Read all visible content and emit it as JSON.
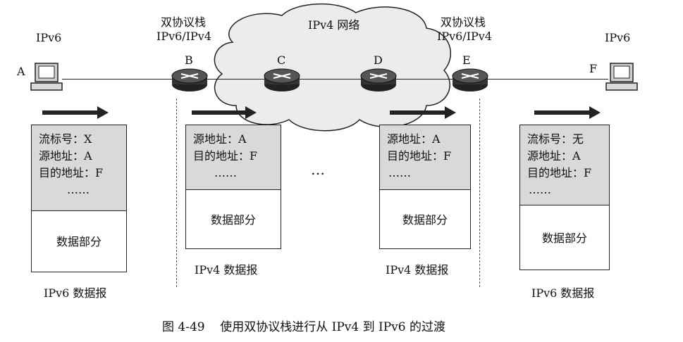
{
  "cloud_label": "IPv4 网络",
  "stack_label_b": "双协议栈",
  "stack_sub_b": "IPv6/IPv4",
  "stack_label_e": "双协议栈",
  "stack_sub_e": "IPv6/IPv4",
  "host_a_proto": "IPv6",
  "host_f_proto": "IPv6",
  "nodes": {
    "a": "A",
    "b": "B",
    "c": "C",
    "d": "D",
    "e": "E",
    "f": "F"
  },
  "packets": [
    {
      "lines": [
        "流标号：X",
        "源地址：A",
        "目的地址：F",
        "……"
      ],
      "body": "数据部分",
      "caption": "IPv6 数据报"
    },
    {
      "lines": [
        "源地址：A",
        "目的地址：F",
        "……"
      ],
      "body": "数据部分",
      "caption": "IPv4 数据报"
    },
    {
      "lines": [
        "源地址：A",
        "目的地址：F",
        "……"
      ],
      "body": "数据部分",
      "caption": "IPv4 数据报"
    },
    {
      "lines": [
        "流标号：无",
        "源地址：A",
        "目的地址：F",
        "……"
      ],
      "body": "数据部分",
      "caption": "IPv6 数据报"
    }
  ],
  "ellipsis": "…",
  "figure_caption": "图 4-49    使用双协议栈进行从 IPv4 到 IPv6 的过渡"
}
